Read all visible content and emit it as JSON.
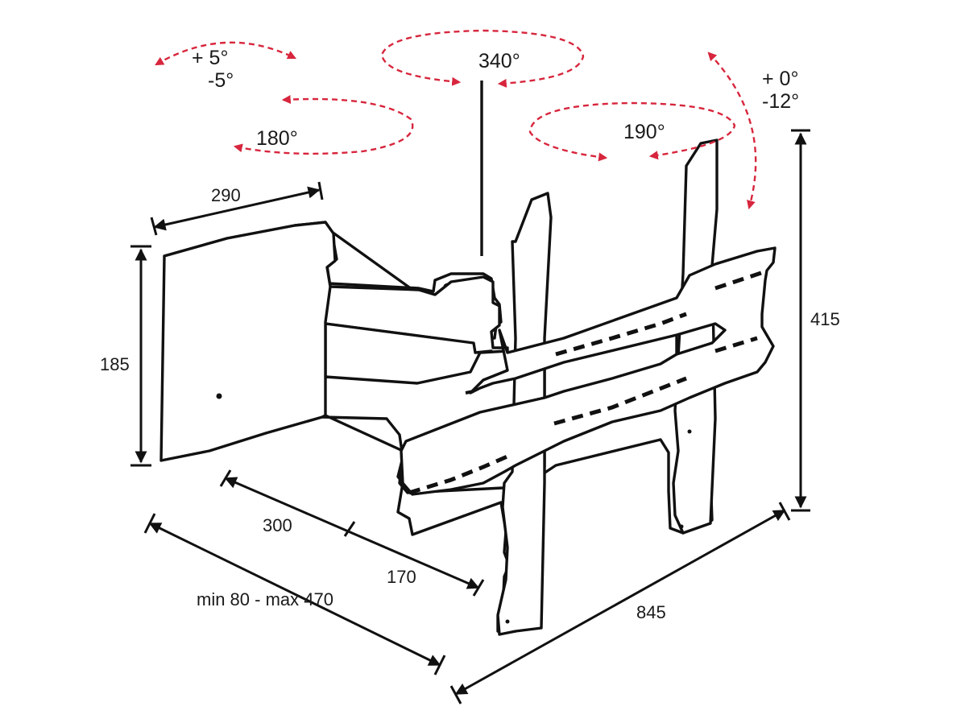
{
  "labels": {
    "tilt_plus": "+ 5°",
    "tilt_minus": "-5°",
    "arm_rotation": "180°",
    "center_rotation": "340°",
    "head_rotation": "190°",
    "vtilt_plus": "+ 0°",
    "vtilt_minus": "-12°",
    "wall_plate_width": "290",
    "wall_plate_height": "185",
    "arm_length_1": "300",
    "arm_length_2": "170",
    "depth_range": "min 80 - max 470",
    "overall_width": "845",
    "overall_height": "415"
  },
  "colors": {
    "outline": "#111111",
    "rotation_arrow": "#d7263d",
    "background": "#ffffff"
  }
}
